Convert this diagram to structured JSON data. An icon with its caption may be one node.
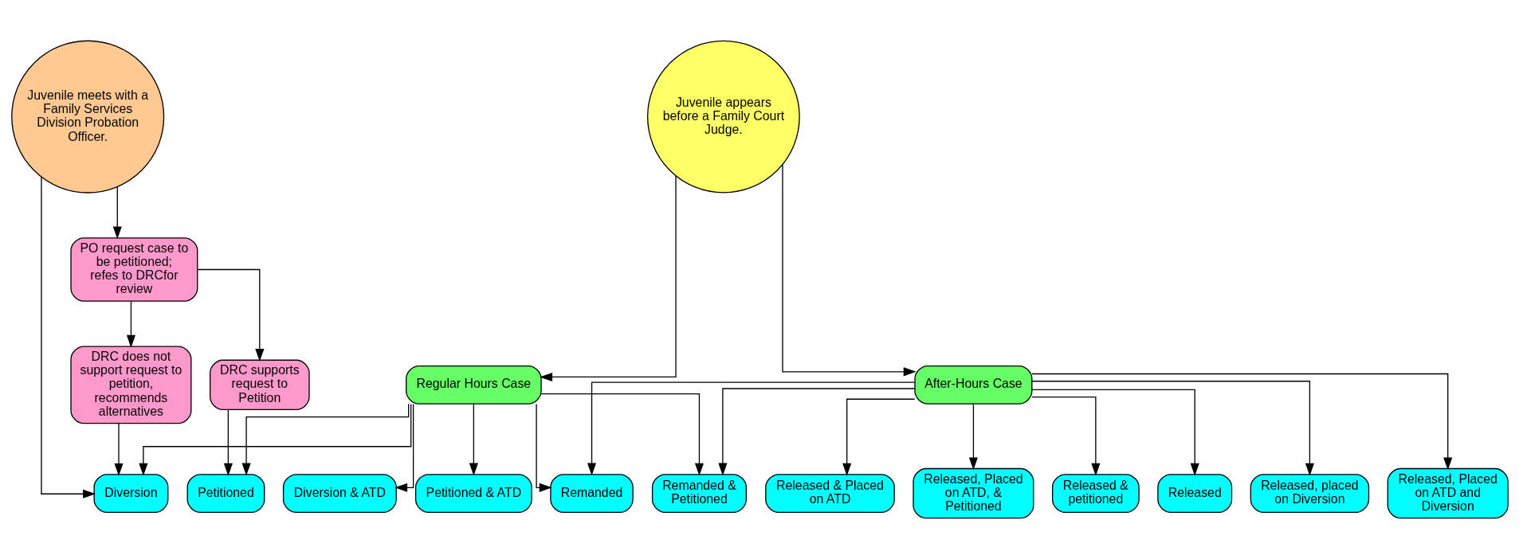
{
  "diagram": {
    "nodes": [
      {
        "text": [
          "Juvenile meets with a Family Services Division Probation Officer."
        ]
      },
      {
        "text": [
          "Juvenile appears before a Family Court Judge."
        ]
      },
      {
        "text": [
          "PO request case to be petitioned; refes to DRCfor review"
        ]
      },
      {
        "text": [
          "DRC does not support request to petition, recommends alternatives"
        ]
      },
      {
        "text": [
          "DRC supports request to Petition"
        ]
      },
      {
        "text": [
          "Regular Hours Case"
        ]
      },
      {
        "text": [
          "After-Hours Case"
        ]
      },
      {
        "text": [
          "Diversion"
        ]
      },
      {
        "text": [
          "Petitioned"
        ]
      },
      {
        "text": [
          "Diversion & ATD"
        ]
      },
      {
        "text": [
          "Petitioned & ATD"
        ]
      },
      {
        "text": [
          "Remanded"
        ]
      },
      {
        "text": [
          "Remanded & Petitioned"
        ]
      },
      {
        "text": [
          "Released & Placed on ATD"
        ]
      },
      {
        "text": [
          "Released, Placed on ATD, & Petitioned"
        ]
      },
      {
        "text": [
          "Released & petitioned"
        ]
      },
      {
        "text": [
          "Released"
        ]
      },
      {
        "text": [
          "Released, placed on Diversion"
        ]
      },
      {
        "text": [
          "Released, Placed on ATD and Diversion"
        ]
      }
    ],
    "edges": [
      {
        "from": 0,
        "to": 7,
        "arrow": "to"
      },
      {
        "from": 0,
        "to": 2,
        "arrow": "to"
      },
      {
        "from": 2,
        "to": 3,
        "arrow": "to"
      },
      {
        "from": 2,
        "to": 4,
        "arrow": "to"
      },
      {
        "from": 3,
        "to": 7,
        "arrow": "to"
      },
      {
        "from": 4,
        "to": 8,
        "arrow": "to"
      },
      {
        "from": 1,
        "to": 5,
        "arrow": "to"
      },
      {
        "from": 1,
        "to": 6,
        "arrow": "to"
      },
      {
        "from": 5,
        "to": 7,
        "arrow": "to"
      },
      {
        "from": 5,
        "to": 8,
        "arrow": "to"
      },
      {
        "from": 5,
        "to": 9,
        "arrow": "to"
      },
      {
        "from": 5,
        "to": 10,
        "arrow": "to"
      },
      {
        "from": 5,
        "to": 11,
        "arrow": "to"
      },
      {
        "from": 5,
        "to": 12,
        "arrow": "to"
      },
      {
        "from": 6,
        "to": 11,
        "arrow": "to"
      },
      {
        "from": 6,
        "to": 12,
        "arrow": "to"
      },
      {
        "from": 6,
        "to": 13,
        "arrow": "to"
      },
      {
        "from": 6,
        "to": 14,
        "arrow": "to"
      },
      {
        "from": 6,
        "to": 15,
        "arrow": "to"
      },
      {
        "from": 6,
        "to": 16,
        "arrow": "to"
      },
      {
        "from": 6,
        "to": 17,
        "arrow": "to"
      },
      {
        "from": 6,
        "to": 18,
        "arrow": "to"
      }
    ]
  }
}
